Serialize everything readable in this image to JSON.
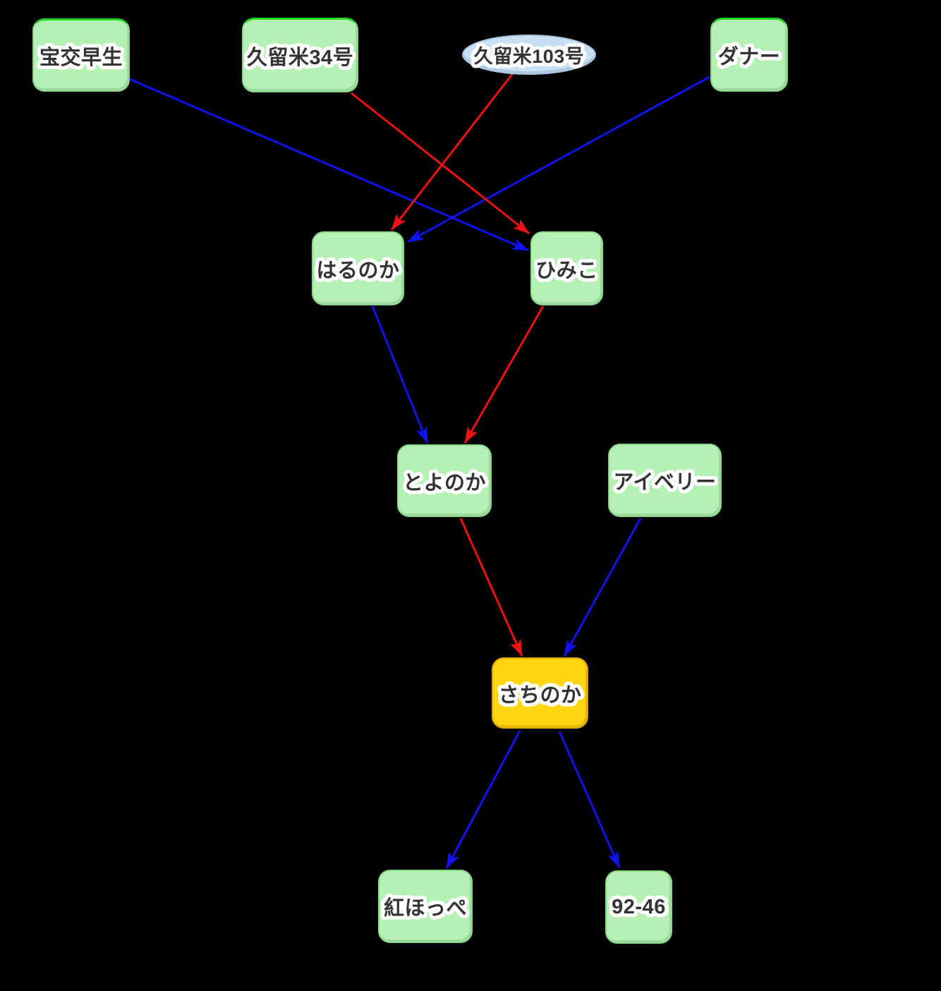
{
  "diagram": {
    "background": "#000000",
    "nodes": {
      "houkouwase": {
        "label": "宝交早生"
      },
      "kurume34": {
        "label": "久留米34号"
      },
      "kurume103": {
        "label": "久留米103号"
      },
      "danner": {
        "label": "ダナー"
      },
      "harunoka": {
        "label": "はるのか"
      },
      "himiko": {
        "label": "ひみこ"
      },
      "toyonoka": {
        "label": "とよのか"
      },
      "aiberry": {
        "label": "アイベリー"
      },
      "sachinoka": {
        "label": "さちのか"
      },
      "benihoppe": {
        "label": "紅ほっぺ"
      },
      "sel9246": {
        "label": "92-46"
      }
    },
    "edges": [
      {
        "from": "宝交早生",
        "to": "ひみこ",
        "color": "#1212ef"
      },
      {
        "from": "久留米34号",
        "to": "ひみこ",
        "color": "#f01111"
      },
      {
        "from": "久留米103号",
        "to": "はるのか",
        "color": "#f01111"
      },
      {
        "from": "ダナー",
        "to": "はるのか",
        "color": "#1212ef"
      },
      {
        "from": "はるのか",
        "to": "とよのか",
        "color": "#1212ef"
      },
      {
        "from": "ひみこ",
        "to": "とよのか",
        "color": "#f01111"
      },
      {
        "from": "とよのか",
        "to": "さちのか",
        "color": "#f01111"
      },
      {
        "from": "アイベリー",
        "to": "さちのか",
        "color": "#1212ef"
      },
      {
        "from": "さちのか",
        "to": "紅ほっぺ",
        "color": "#1212ef"
      },
      {
        "from": "さちのか",
        "to": "92-46",
        "color": "#1212ef"
      }
    ],
    "colors": {
      "edge_blue": "#1212ef",
      "edge_red": "#f01111",
      "node_fill_green": "#b5f1b5",
      "node_border_green": "#8ad88a",
      "node_top_accent_green": "#23d423",
      "node_fill_yellow": "#ffd60f",
      "node_border_yellow": "#dca800",
      "ellipse_fill": "#c8dff4",
      "ellipse_border": "#a9c3e2",
      "label_color": "#333333",
      "label_outline": "#ffffff"
    }
  }
}
